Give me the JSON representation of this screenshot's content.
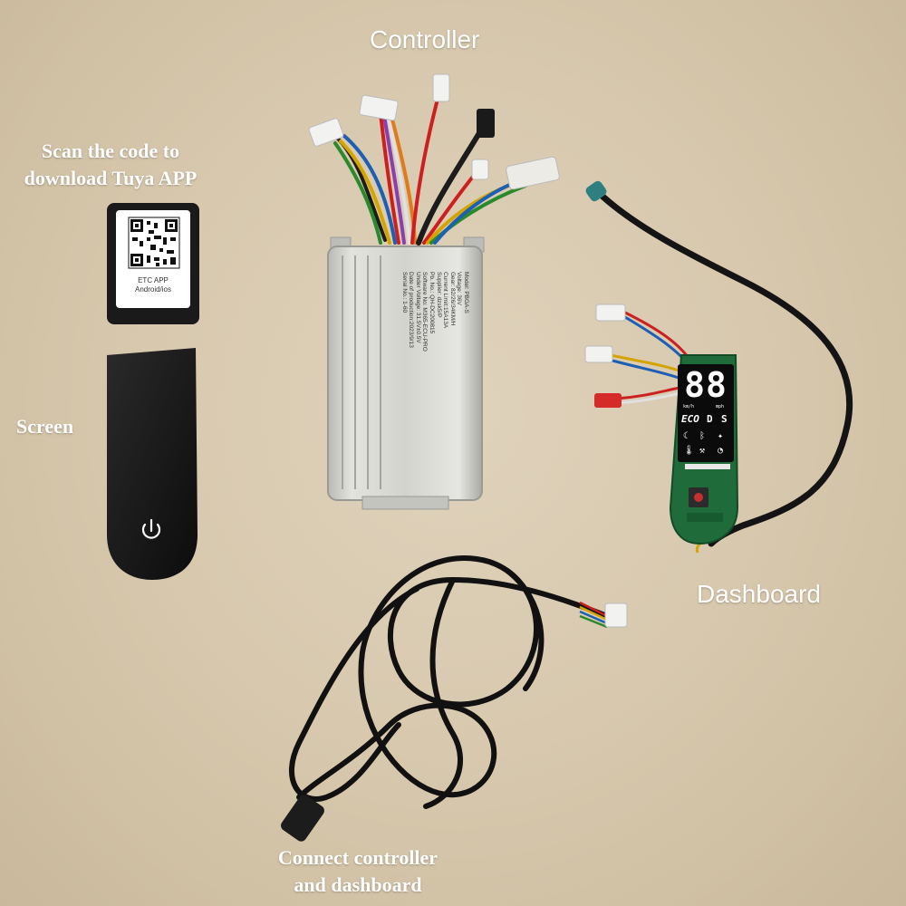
{
  "labels": {
    "controller": "Controller",
    "scan_line1": "Scan  the code to",
    "scan_line2": "download Tuya APP",
    "screen": "Screen",
    "dashboard": "Dashboard",
    "connect_line1": "Connect controller",
    "connect_line2": "and dashboard"
  },
  "qr_card": {
    "line1": "ETC  APP",
    "line2": "Android/ios"
  },
  "controller_box": {
    "spec_col1": [
      "Model: PBGA-S",
      "Voltage: 36V",
      "Gear: 82/26/34KM/H",
      "Current Limit:15A13A",
      "Supplier: dzsk5/P"
    ],
    "spec_col2": [
      "Pb. No.: QH-DC200815",
      "Software No: M365-ECU-PRO",
      "Under Voltage: 31.5V±0.5V",
      "Date of production:2023/9/13",
      "Serial No.: 1-60"
    ]
  },
  "dashboard_display": {
    "speed": "88",
    "unit_left": "km/h",
    "unit_right": "mph",
    "mode_eco": "ECO",
    "mode_d": "D",
    "mode_s": "S"
  },
  "colors": {
    "background": "#d8c9b0",
    "label_text": "#ffffff",
    "cable": "#151515",
    "aluminum": "#c9c9c4",
    "pcb_green": "#1f6b3a"
  }
}
